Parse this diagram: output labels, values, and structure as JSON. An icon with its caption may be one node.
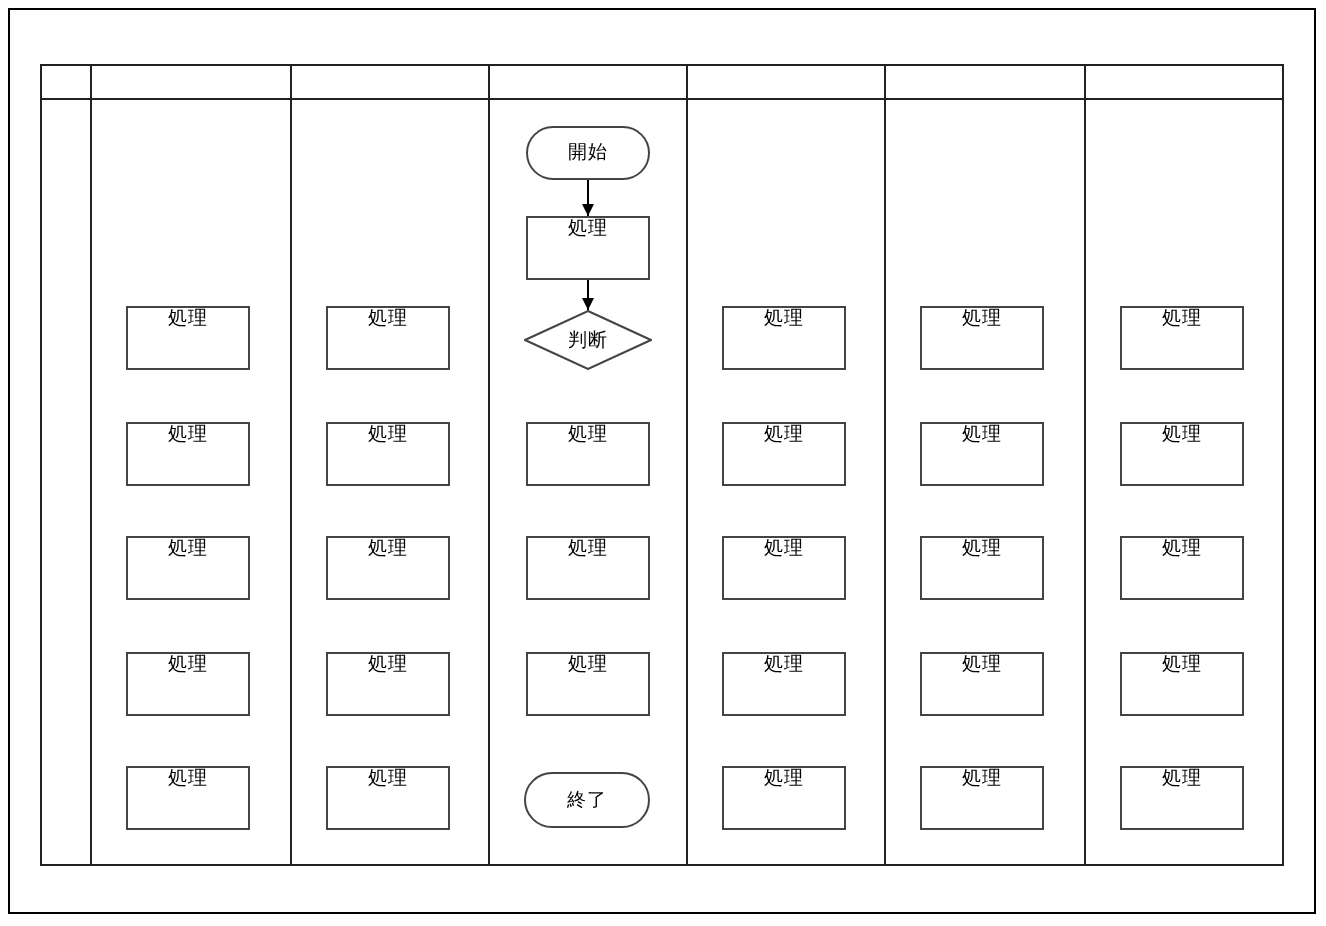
{
  "diagram": {
    "nodes": [
      {
        "text": [],
        "shape": "band"
      },
      {
        "text": [
          "処理"
        ],
        "in": 0
      },
      {
        "text": [
          "処理"
        ],
        "in": 0
      },
      {
        "text": [
          "処理"
        ],
        "in": 0
      },
      {
        "text": [
          "処理"
        ],
        "in": 0
      },
      {
        "text": [
          "処理"
        ],
        "in": 0
      },
      {
        "text": [],
        "shape": "band"
      },
      {
        "text": [
          "処理"
        ],
        "in": 6
      },
      {
        "text": [
          "処理"
        ],
        "in": 6
      },
      {
        "text": [
          "処理"
        ],
        "in": 6
      },
      {
        "text": [
          "処理"
        ],
        "in": 6
      },
      {
        "text": [
          "処理"
        ],
        "in": 6
      },
      {
        "text": [],
        "shape": "band"
      },
      {
        "text": [
          "開始"
        ],
        "in": 12
      },
      {
        "text": [
          "処理"
        ],
        "in": 12
      },
      {
        "text": [
          "判断"
        ],
        "in": 12
      },
      {
        "text": [
          "処理"
        ],
        "in": 12
      },
      {
        "text": [
          "処理"
        ],
        "in": 12
      },
      {
        "text": [
          "処理"
        ],
        "in": 12
      },
      {
        "text": [
          "終了"
        ],
        "in": 12
      },
      {
        "text": [],
        "shape": "band"
      },
      {
        "text": [
          "処理"
        ],
        "in": 20
      },
      {
        "text": [
          "処理"
        ],
        "in": 20
      },
      {
        "text": [
          "処理"
        ],
        "in": 20
      },
      {
        "text": [
          "処理"
        ],
        "in": 20
      },
      {
        "text": [
          "処理"
        ],
        "in": 20
      },
      {
        "text": [],
        "shape": "band"
      },
      {
        "text": [
          "処理"
        ],
        "in": 26
      },
      {
        "text": [
          "処理"
        ],
        "in": 26
      },
      {
        "text": [
          "処理"
        ],
        "in": 26
      },
      {
        "text": [
          "処理"
        ],
        "in": 26
      },
      {
        "text": [
          "処理"
        ],
        "in": 26
      },
      {
        "text": [],
        "shape": "band"
      },
      {
        "text": [
          "処理"
        ],
        "in": 32
      },
      {
        "text": [
          "処理"
        ],
        "in": 32
      },
      {
        "text": [
          "処理"
        ],
        "in": 32
      },
      {
        "text": [
          "処理"
        ],
        "in": 32
      },
      {
        "text": [
          "処理"
        ],
        "in": 32
      }
    ],
    "edges": [
      {
        "from": 13,
        "to": 14,
        "arrow": "to"
      },
      {
        "from": 14,
        "to": 15,
        "arrow": "to"
      }
    ]
  }
}
